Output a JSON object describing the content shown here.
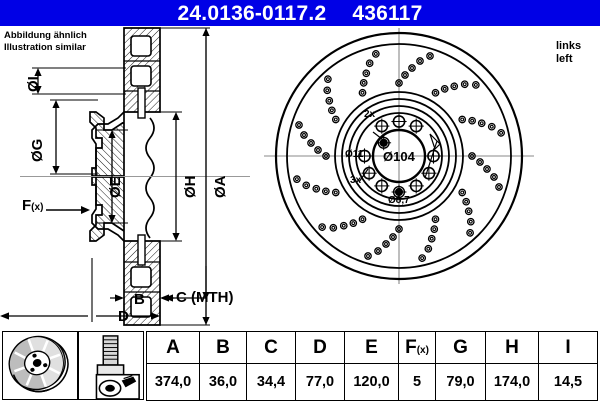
{
  "header": {
    "part_number": "24.0136-0117.2",
    "article_number": "436117",
    "background_color": "#0000e6",
    "text_color": "#ffffff"
  },
  "notes": {
    "top_left_de": "Abbildung ähnlich",
    "top_left_en": "Illustration similar",
    "side_de": "links",
    "side_en": "left"
  },
  "cross_section": {
    "labels": {
      "dia_i": "ØI",
      "dia_g": "ØG",
      "dia_e": "ØE",
      "dia_h": "ØH",
      "dia_a": "ØA",
      "fx": "F",
      "fx_sub": "(x)",
      "b": "B",
      "c": "C (MTH)",
      "d": "D"
    }
  },
  "face_view": {
    "center_bore": "Ø104",
    "bolt_hole_dia": "Ø11",
    "bolt_hole_count": "3x",
    "pin_hole_dia": "Ø8,7",
    "pin_hole_count": "2x"
  },
  "icons": {
    "disc": "brake-disc-icon",
    "bolt": "bolt-icon",
    "spray": "spray-can-icon"
  },
  "table": {
    "columns": [
      "A",
      "B",
      "C",
      "D",
      "E",
      "F",
      "G",
      "H",
      "I"
    ],
    "fx_label_main": "F",
    "fx_label_sub": "(x)",
    "values": [
      "374,0",
      "36,0",
      "34,4",
      "77,0",
      "120,0",
      "5",
      "79,0",
      "174,0",
      "14,5"
    ]
  }
}
